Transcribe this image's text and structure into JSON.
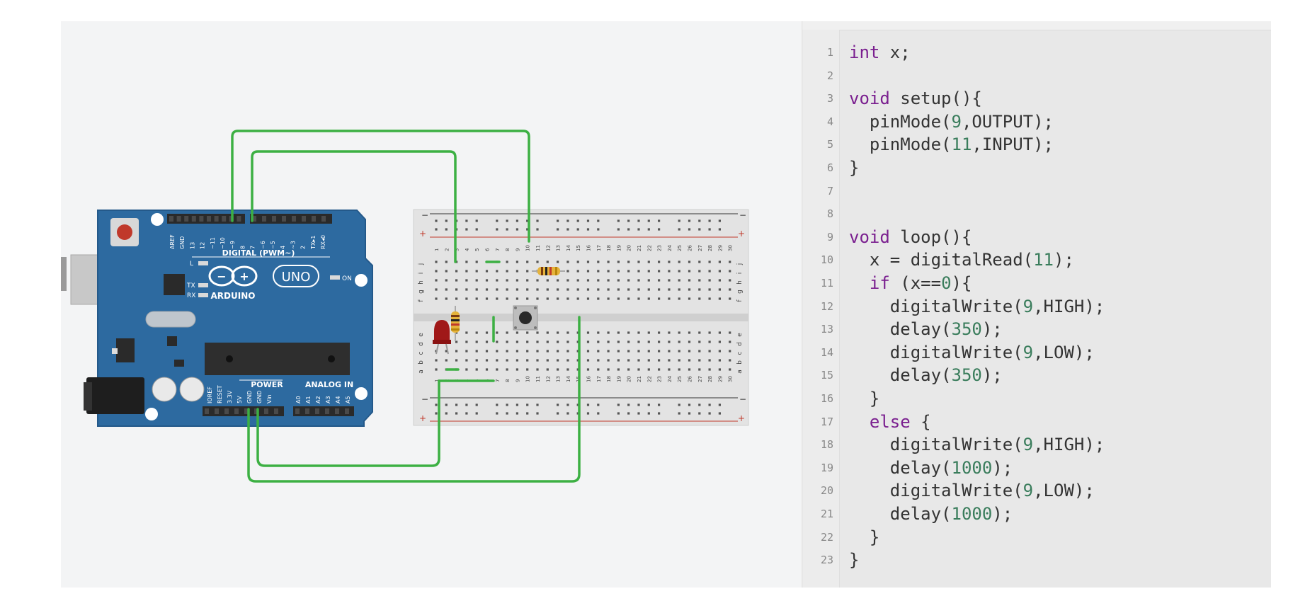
{
  "board": {
    "brand": "ARDUINO",
    "model": "UNO",
    "digital_header_label": "DIGITAL (PWM~)",
    "power_header_label": "POWER",
    "analog_header_label": "ANALOG IN",
    "digital_pins": [
      "AREF",
      "GND",
      "13",
      "12",
      "~11",
      "~10",
      "~9",
      "8",
      "7",
      "~6",
      "~5",
      "4",
      "~3",
      "2",
      "TX▸1",
      "RX◂0"
    ],
    "power_pins": [
      "IOREF",
      "RESET",
      "3.3V",
      "5V",
      "GND",
      "GND",
      "Vin"
    ],
    "analog_pins": [
      "A0",
      "A1",
      "A2",
      "A3",
      "A4",
      "A5"
    ],
    "led_labels": {
      "l": "L",
      "tx": "TX",
      "rx": "RX",
      "on": "ON"
    },
    "colors": {
      "board": "#2d6aa0",
      "wire": "#3cb043",
      "header": "#2a2a2a"
    }
  },
  "breadboard": {
    "columns": [
      "1",
      "2",
      "3",
      "4",
      "5",
      "6",
      "7",
      "8",
      "9",
      "10",
      "11",
      "12",
      "13",
      "14",
      "15",
      "16",
      "17",
      "18",
      "19",
      "20",
      "21",
      "22",
      "23",
      "24",
      "25",
      "26",
      "27",
      "28",
      "29",
      "30"
    ],
    "top_rows": [
      "j",
      "i",
      "h",
      "g",
      "f"
    ],
    "bottom_rows": [
      "e",
      "d",
      "c",
      "b",
      "a"
    ],
    "rail_minus": "−",
    "rail_plus": "+"
  },
  "code": {
    "lines": [
      [
        {
          "t": "int",
          "c": "kw"
        },
        {
          "t": " x;",
          "c": "plain"
        }
      ],
      [],
      [
        {
          "t": "void",
          "c": "kw"
        },
        {
          "t": " setup(){",
          "c": "plain"
        }
      ],
      [
        {
          "t": "  pinMode(",
          "c": "plain"
        },
        {
          "t": "9",
          "c": "num"
        },
        {
          "t": ",OUTPUT);",
          "c": "plain"
        }
      ],
      [
        {
          "t": "  pinMode(",
          "c": "plain"
        },
        {
          "t": "11",
          "c": "num"
        },
        {
          "t": ",INPUT);",
          "c": "plain"
        }
      ],
      [
        {
          "t": "}",
          "c": "plain"
        }
      ],
      [],
      [],
      [
        {
          "t": "void",
          "c": "kw"
        },
        {
          "t": " loop(){",
          "c": "plain"
        }
      ],
      [
        {
          "t": "  x = digitalRead(",
          "c": "plain"
        },
        {
          "t": "11",
          "c": "num"
        },
        {
          "t": ");",
          "c": "plain"
        }
      ],
      [
        {
          "t": "  ",
          "c": "plain"
        },
        {
          "t": "if",
          "c": "kw"
        },
        {
          "t": " (x==",
          "c": "plain"
        },
        {
          "t": "0",
          "c": "num"
        },
        {
          "t": "){",
          "c": "plain"
        }
      ],
      [
        {
          "t": "    digitalWrite(",
          "c": "plain"
        },
        {
          "t": "9",
          "c": "num"
        },
        {
          "t": ",HIGH);",
          "c": "plain"
        }
      ],
      [
        {
          "t": "    delay(",
          "c": "plain"
        },
        {
          "t": "350",
          "c": "num"
        },
        {
          "t": ");",
          "c": "plain"
        }
      ],
      [
        {
          "t": "    digitalWrite(",
          "c": "plain"
        },
        {
          "t": "9",
          "c": "num"
        },
        {
          "t": ",LOW);",
          "c": "plain"
        }
      ],
      [
        {
          "t": "    delay(",
          "c": "plain"
        },
        {
          "t": "350",
          "c": "num"
        },
        {
          "t": ");",
          "c": "plain"
        }
      ],
      [
        {
          "t": "  }",
          "c": "plain"
        }
      ],
      [
        {
          "t": "  ",
          "c": "plain"
        },
        {
          "t": "else",
          "c": "kw"
        },
        {
          "t": " {",
          "c": "plain"
        }
      ],
      [
        {
          "t": "    digitalWrite(",
          "c": "plain"
        },
        {
          "t": "9",
          "c": "num"
        },
        {
          "t": ",HIGH);",
          "c": "plain"
        }
      ],
      [
        {
          "t": "    delay(",
          "c": "plain"
        },
        {
          "t": "1000",
          "c": "num"
        },
        {
          "t": ");",
          "c": "plain"
        }
      ],
      [
        {
          "t": "    digitalWrite(",
          "c": "plain"
        },
        {
          "t": "9",
          "c": "num"
        },
        {
          "t": ",LOW);",
          "c": "plain"
        }
      ],
      [
        {
          "t": "    delay(",
          "c": "plain"
        },
        {
          "t": "1000",
          "c": "num"
        },
        {
          "t": ");",
          "c": "plain"
        }
      ],
      [
        {
          "t": "  }",
          "c": "plain"
        }
      ],
      [
        {
          "t": "}",
          "c": "plain"
        }
      ]
    ],
    "colors": {
      "keyword": "#7a1f8f",
      "number": "#3a7d5c",
      "text": "#333333"
    }
  }
}
